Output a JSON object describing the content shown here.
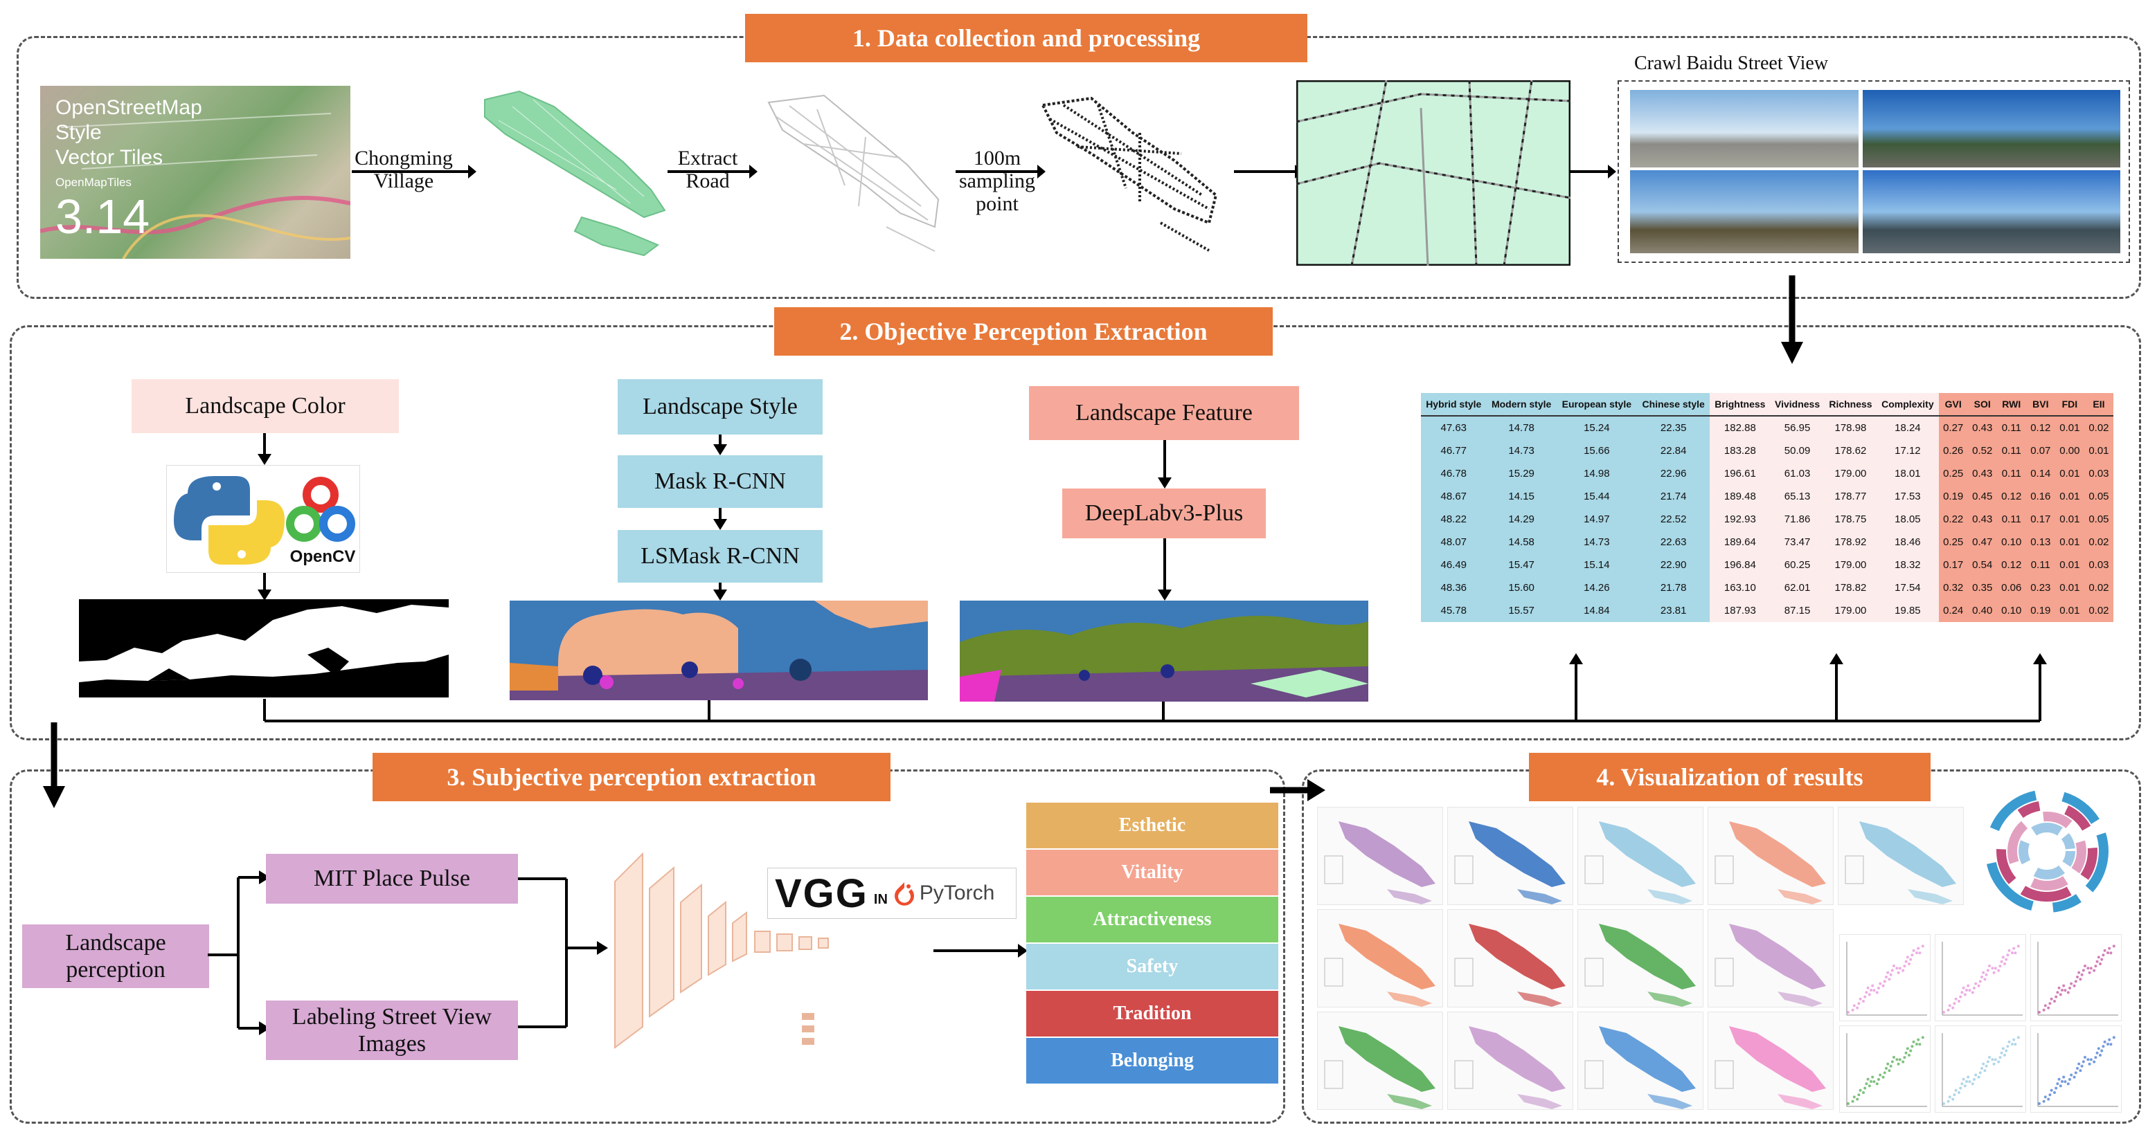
{
  "sections": {
    "s1": "1. Data collection and processing",
    "s2": "2. Objective Perception Extraction",
    "s3": "3. Subjective perception extraction",
    "s4": "4. Visualization of results"
  },
  "step1": {
    "osm_line1": "OpenStreetMap",
    "osm_line2": "Style",
    "osm_line3": "Vector Tiles",
    "osm_small": "OpenMapTiles",
    "osm_version": "3.14",
    "label_village": "Chongming Village",
    "label_extract": "Extract Road",
    "label_sampling": "100m sampling point",
    "crawl_title": "Crawl Baidu Street View"
  },
  "step2": {
    "landscape_color": "Landscape Color",
    "opencv": "OpenCV",
    "landscape_style": "Landscape Style",
    "mask_rcnn": "Mask R-CNN",
    "lsmask_rcnn": "LSMask R-CNN",
    "landscape_feature": "Landscape Feature",
    "deeplab": "DeepLabv3-Plus"
  },
  "table": {
    "headers": [
      "Hybrid style",
      "Modern style",
      "European style",
      "Chinese style",
      "Brightness",
      "Vividness",
      "Richness",
      "Complexity",
      "GVI",
      "SOI",
      "RWI",
      "BVI",
      "FDI",
      "EII"
    ],
    "rows": [
      [
        "47.63",
        "14.78",
        "15.24",
        "22.35",
        "182.88",
        "56.95",
        "178.98",
        "18.24",
        "0.27",
        "0.43",
        "0.11",
        "0.12",
        "0.01",
        "0.02"
      ],
      [
        "46.77",
        "14.73",
        "15.66",
        "22.84",
        "183.28",
        "50.09",
        "178.62",
        "17.12",
        "0.26",
        "0.52",
        "0.11",
        "0.07",
        "0.00",
        "0.01"
      ],
      [
        "46.78",
        "15.29",
        "14.98",
        "22.96",
        "196.61",
        "61.03",
        "179.00",
        "18.01",
        "0.25",
        "0.43",
        "0.11",
        "0.14",
        "0.01",
        "0.03"
      ],
      [
        "48.67",
        "14.15",
        "15.44",
        "21.74",
        "189.48",
        "65.13",
        "178.77",
        "17.53",
        "0.19",
        "0.45",
        "0.12",
        "0.16",
        "0.01",
        "0.05"
      ],
      [
        "48.22",
        "14.29",
        "14.97",
        "22.52",
        "192.93",
        "71.86",
        "178.75",
        "18.05",
        "0.22",
        "0.43",
        "0.11",
        "0.17",
        "0.01",
        "0.05"
      ],
      [
        "48.07",
        "14.58",
        "14.73",
        "22.63",
        "189.64",
        "73.47",
        "178.92",
        "18.46",
        "0.25",
        "0.47",
        "0.10",
        "0.13",
        "0.01",
        "0.02"
      ],
      [
        "46.49",
        "15.47",
        "15.14",
        "22.90",
        "196.84",
        "60.25",
        "179.00",
        "18.32",
        "0.17",
        "0.54",
        "0.12",
        "0.11",
        "0.01",
        "0.03"
      ],
      [
        "48.36",
        "15.60",
        "14.26",
        "21.78",
        "163.10",
        "62.01",
        "178.82",
        "17.54",
        "0.32",
        "0.35",
        "0.06",
        "0.23",
        "0.01",
        "0.02"
      ],
      [
        "45.78",
        "15.57",
        "14.84",
        "23.81",
        "187.93",
        "87.15",
        "179.00",
        "19.85",
        "0.24",
        "0.40",
        "0.10",
        "0.19",
        "0.01",
        "0.02"
      ]
    ]
  },
  "step3": {
    "landscape_perception": "Landscape perception",
    "mit": "MIT Place Pulse",
    "labeling": "Labeling Street View Images",
    "vgg": "VGG",
    "in": "IN",
    "pytorch": "PyTorch",
    "perceptions": [
      "Esthetic",
      "Vitality",
      "Attractiveness",
      "Safety",
      "Tradition",
      "Belonging"
    ],
    "perception_colors": [
      "#e5b062",
      "#f5a490",
      "#7fd06a",
      "#a9d8e6",
      "#d24b4b",
      "#4a8fd6"
    ]
  }
}
